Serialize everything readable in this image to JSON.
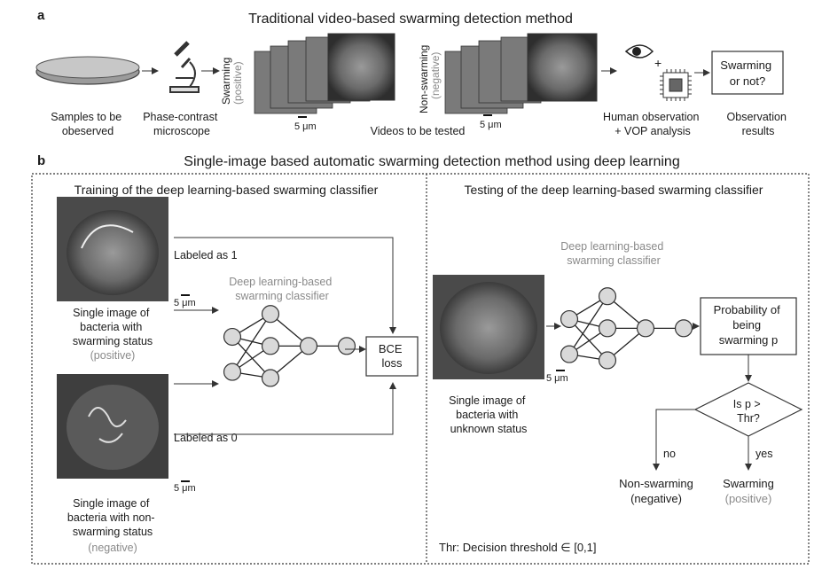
{
  "panel_a": {
    "letter": "a",
    "title": "Traditional video-based swarming detection method",
    "samples_label": [
      "Samples to be",
      "obeserved"
    ],
    "microscope_label": [
      "Phase-contrast",
      "microscope"
    ],
    "swarming_rot": "Swarming",
    "swarming_rot_sub": "(positive)",
    "nonswarming_rot": "Non-swarming",
    "nonswarming_rot_sub": "(negative)",
    "scale_bar_1": "5 μm",
    "scale_bar_2": "5 μm",
    "videos_label": "Videos to be tested",
    "human_label": [
      "Human observation",
      "+ VOP analysis"
    ],
    "result_box": [
      "Swarming",
      "or not?"
    ],
    "result_label": [
      "Observation",
      "results"
    ],
    "plus": "+"
  },
  "panel_b": {
    "letter": "b",
    "title": "Single-image based automatic swarming detection method using deep learning",
    "training": {
      "title": "Training of the deep learning-based swarming classifier",
      "labeled_1": "Labeled as 1",
      "labeled_0": "Labeled as 0",
      "classifier": [
        "Deep learning-based",
        "swarming classifier"
      ],
      "scale_1": "5 μm",
      "scale_2": "5 μm",
      "pos_caption": [
        "Single image of",
        "bacteria with",
        "swarming status"
      ],
      "pos_tag": "(positive)",
      "neg_caption": [
        "Single image of",
        "bacteria with non-",
        "swarming status"
      ],
      "neg_tag": "(negative)",
      "bce": [
        "BCE",
        "loss"
      ]
    },
    "testing": {
      "title": "Testing of the deep learning-based swarming classifier",
      "classifier": [
        "Deep learning-based",
        "swarming classifier"
      ],
      "scale": "5 μm",
      "caption": [
        "Single image of",
        "bacteria with",
        "unknown status"
      ],
      "prob_box": [
        "Probability of",
        "being",
        "swarming p"
      ],
      "decision": [
        "Is p >",
        "Thr?"
      ],
      "no": "no",
      "yes": "yes",
      "non_swarming": "Non-swarming",
      "non_swarming_tag": "(negative)",
      "swarming": "Swarming",
      "swarming_tag": "(positive)",
      "threshold_note": "Thr: Decision threshold ∈ [0,1]"
    }
  },
  "colors": {
    "accent_gray": "#8a8a8a",
    "node_fill": "#d9d9d9",
    "micrograph": "#6e6e6e"
  }
}
